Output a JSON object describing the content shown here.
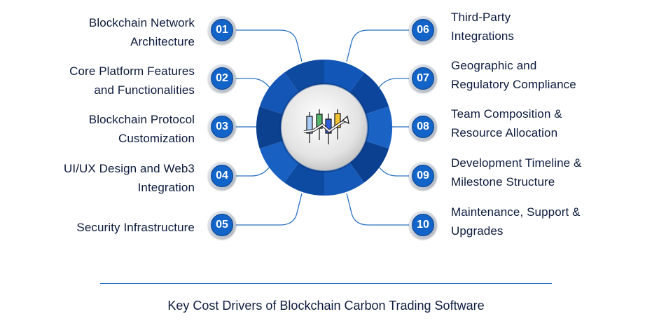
{
  "left_items": [
    {
      "num": "01",
      "lines": [
        "Blockchain Network",
        "Architecture"
      ]
    },
    {
      "num": "02",
      "lines": [
        "Core Platform Features",
        "and Functionalities"
      ]
    },
    {
      "num": "03",
      "lines": [
        "Blockchain Protocol",
        "Customization"
      ]
    },
    {
      "num": "04",
      "lines": [
        "UI/UX Design and Web3",
        "Integration"
      ]
    },
    {
      "num": "05",
      "lines": [
        "Security Infrastructure"
      ]
    }
  ],
  "right_items": [
    {
      "num": "06",
      "lines": [
        "Third-Party",
        "Integrations"
      ]
    },
    {
      "num": "07",
      "lines": [
        "Geographic and",
        "Regulatory Compliance"
      ]
    },
    {
      "num": "08",
      "lines": [
        "Team Composition &",
        "Resource Allocation"
      ]
    },
    {
      "num": "09",
      "lines": [
        "Development Timeline &",
        "Milestone Structure"
      ]
    },
    {
      "num": "10",
      "lines": [
        "Maintenance, Support &",
        "Upgrades"
      ]
    }
  ],
  "center_icon": "candlestick-chart-trend-icon",
  "title": "Key Cost Drivers of Blockchain Carbon Trading Software",
  "colors": {
    "accent": "#1364c8",
    "ring_dark": "#0c3f8f",
    "text": "#0d1b3e"
  }
}
